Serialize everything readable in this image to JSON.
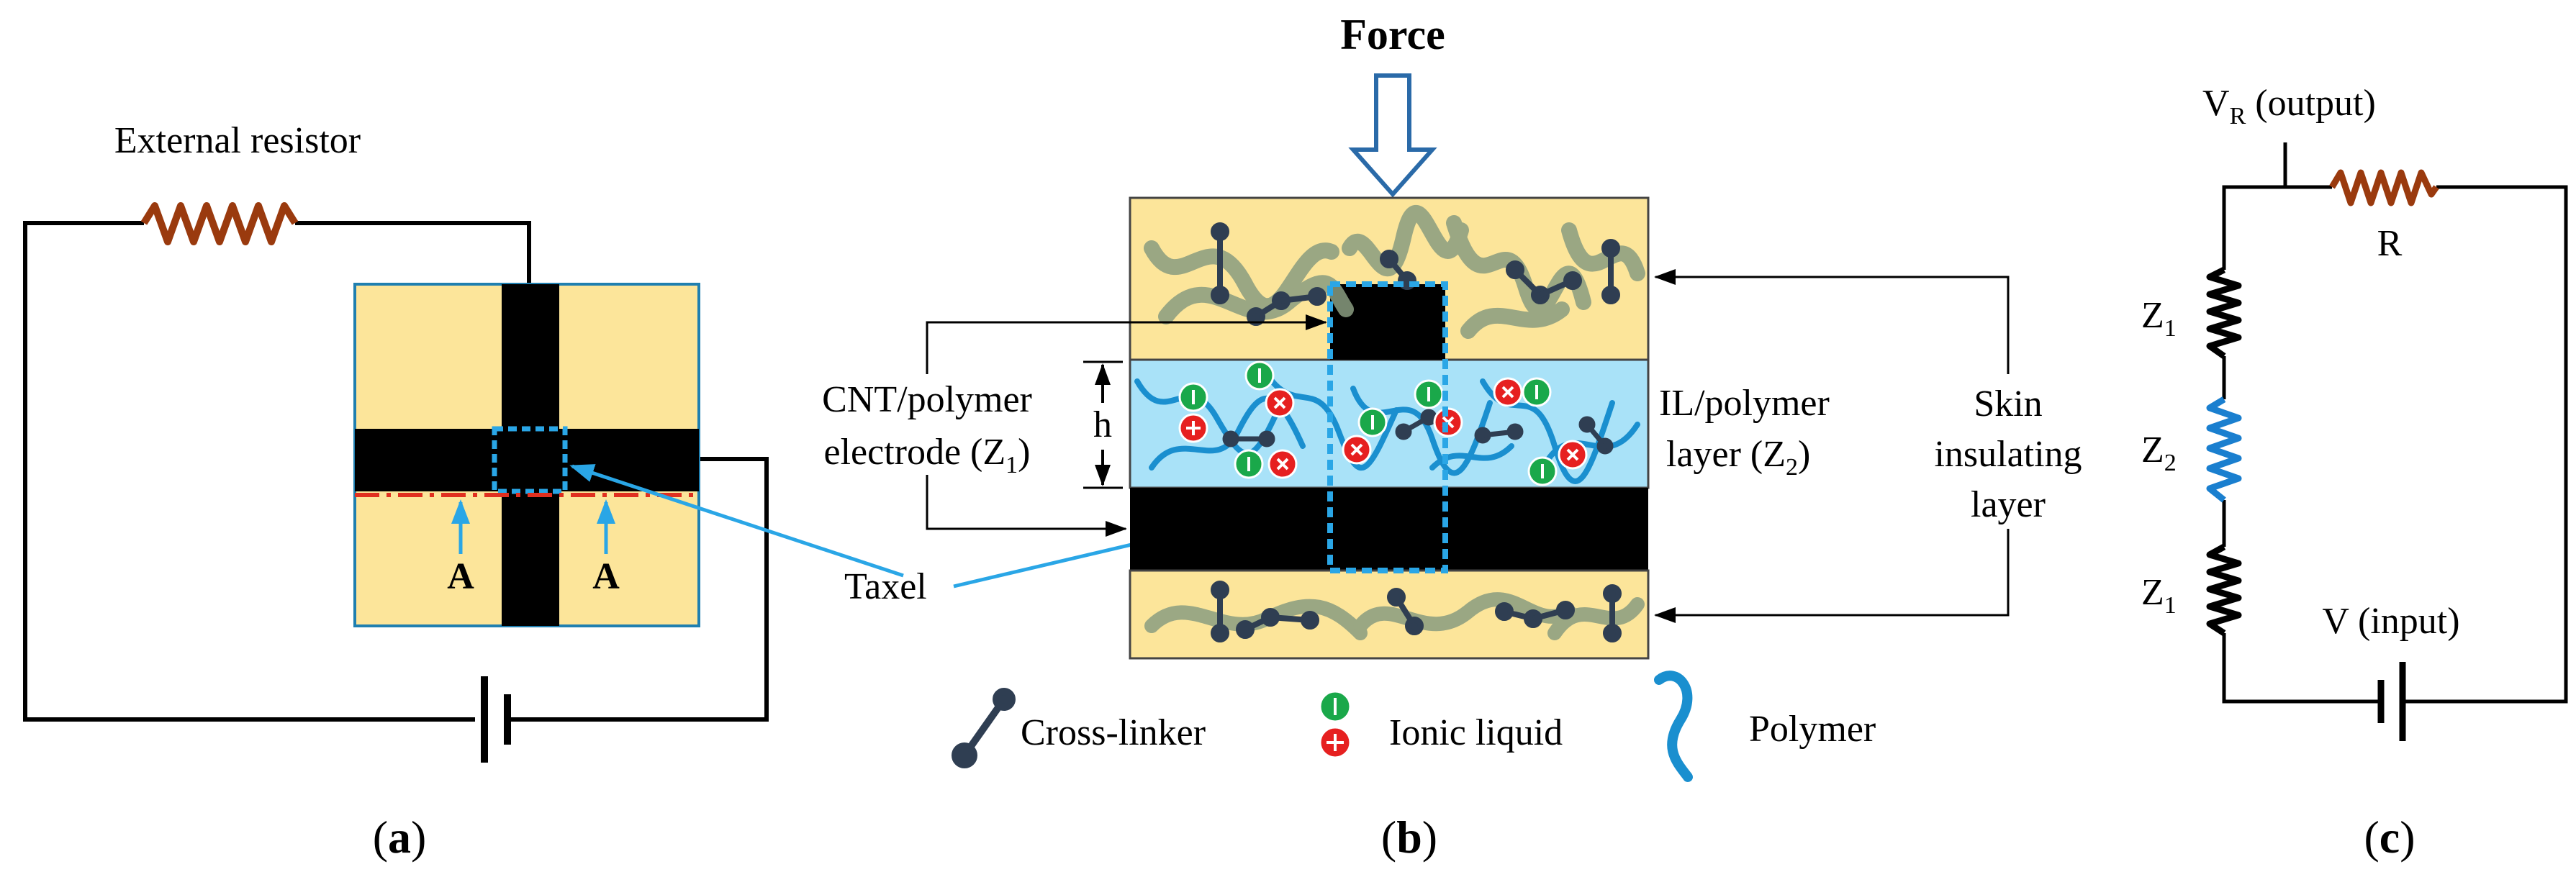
{
  "panel_a": {
    "resistor_label": "External resistor",
    "section_marker_left": "A",
    "section_marker_right": "A",
    "caption_open": "(",
    "caption_letter": "a",
    "caption_close": ")"
  },
  "panel_b": {
    "force_label": "Force",
    "electrode_label_line1": "CNT/polymer",
    "electrode_label_line2_pre": "electrode (Z",
    "electrode_label_sub": "1",
    "electrode_label_line2_post": ")",
    "gap_label": "h",
    "il_label_line1": "IL/polymer",
    "il_label_line2_pre": "layer (Z",
    "il_label_sub": "2",
    "il_label_line2_post": ")",
    "skin_label_line1": "Skin",
    "skin_label_line2": "insulating",
    "skin_label_line3": "layer",
    "taxel_label": "Taxel",
    "legend_crosslinker": "Cross-linker",
    "legend_ionic": "Ionic liquid",
    "legend_polymer": "Polymer",
    "caption_open": "(",
    "caption_letter": "b",
    "caption_close": ")"
  },
  "panel_c": {
    "vr_main": "V",
    "vr_sub": "R",
    "vr_rest": " (output)",
    "r_label": "R",
    "z1_top_main": "Z",
    "z1_top_sub": "1",
    "z2_main": "Z",
    "z2_sub": "2",
    "z1_bot_main": "Z",
    "z1_bot_sub": "1",
    "v_input": "V (input)",
    "caption_open": "(",
    "caption_letter": "c",
    "caption_close": ")"
  },
  "colors": {
    "skin": "#fce59a",
    "il_layer": "#a9e2f8",
    "electrode": "#000000",
    "polymer_skin": "#8a9d80",
    "polymer_il": "#1a8fcf",
    "crosslinker": "#2f3e52",
    "resistor": "#9a3a0e",
    "z2_resistor": "#1a7fcf",
    "taxel_outline": "#2aa6e6",
    "section_line": "#e03020",
    "arrow_blue": "#2aa6e6",
    "ion_negative": "#1aa84a",
    "ion_positive": "#e62020",
    "force_arrow": "#2a6aa8"
  }
}
